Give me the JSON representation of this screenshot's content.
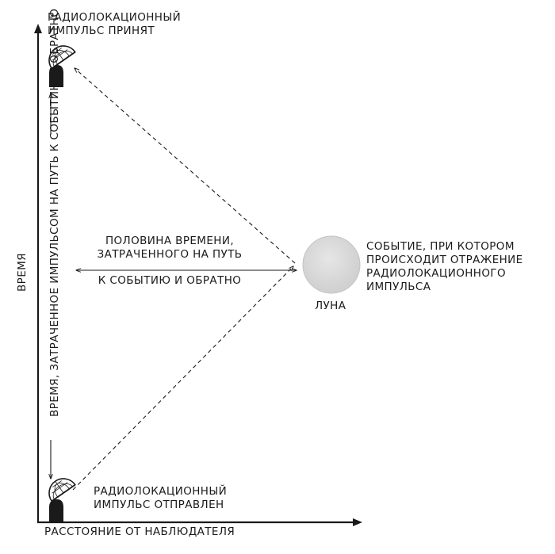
{
  "labels": {
    "pulse_received": [
      "РАДИОЛОКАЦИОННЫЙ",
      "ИМПУЛЬС ПРИНЯТ"
    ],
    "pulse_sent": [
      "РАДИОЛОКАЦИОННЫЙ",
      "ИМПУЛЬС ОТПРАВЛЕН"
    ],
    "time_axis": "ВРЕМЯ",
    "distance_axis": "РАССТОЯНИЕ ОТ НАБЛЮДАТЕЛЯ",
    "round_trip_time": [
      "ВРЕМЯ, ЗАТРАЧЕННОЕ ИМПУЛЬСОМ НА ПУТЬ",
      "К СОБЫТИЮ И ОБРАТНО"
    ],
    "half_time": [
      "ПОЛОВИНА ВРЕМЕНИ,",
      "ЗАТРАЧЕННОГО НА ПУТЬ",
      "К СОБЫТИЮ И ОБРАТНО"
    ],
    "moon": "ЛУНА",
    "reflection_event": [
      "СОБЫТИЕ, ПРИ КОТОРОМ",
      "ПРОИСХОДИТ ОТРАЖЕНИЕ",
      "РАДИОЛОКАЦИОННОГО",
      "ИМПУЛЬСА"
    ]
  },
  "colors": {
    "ink": "#1a1a1a",
    "moon_fill": "#dcdcdc",
    "moon_stroke": "#c4c4c4"
  },
  "icons": {
    "receiver": "radar-dish-icon",
    "transmitter": "radar-dish-icon"
  }
}
